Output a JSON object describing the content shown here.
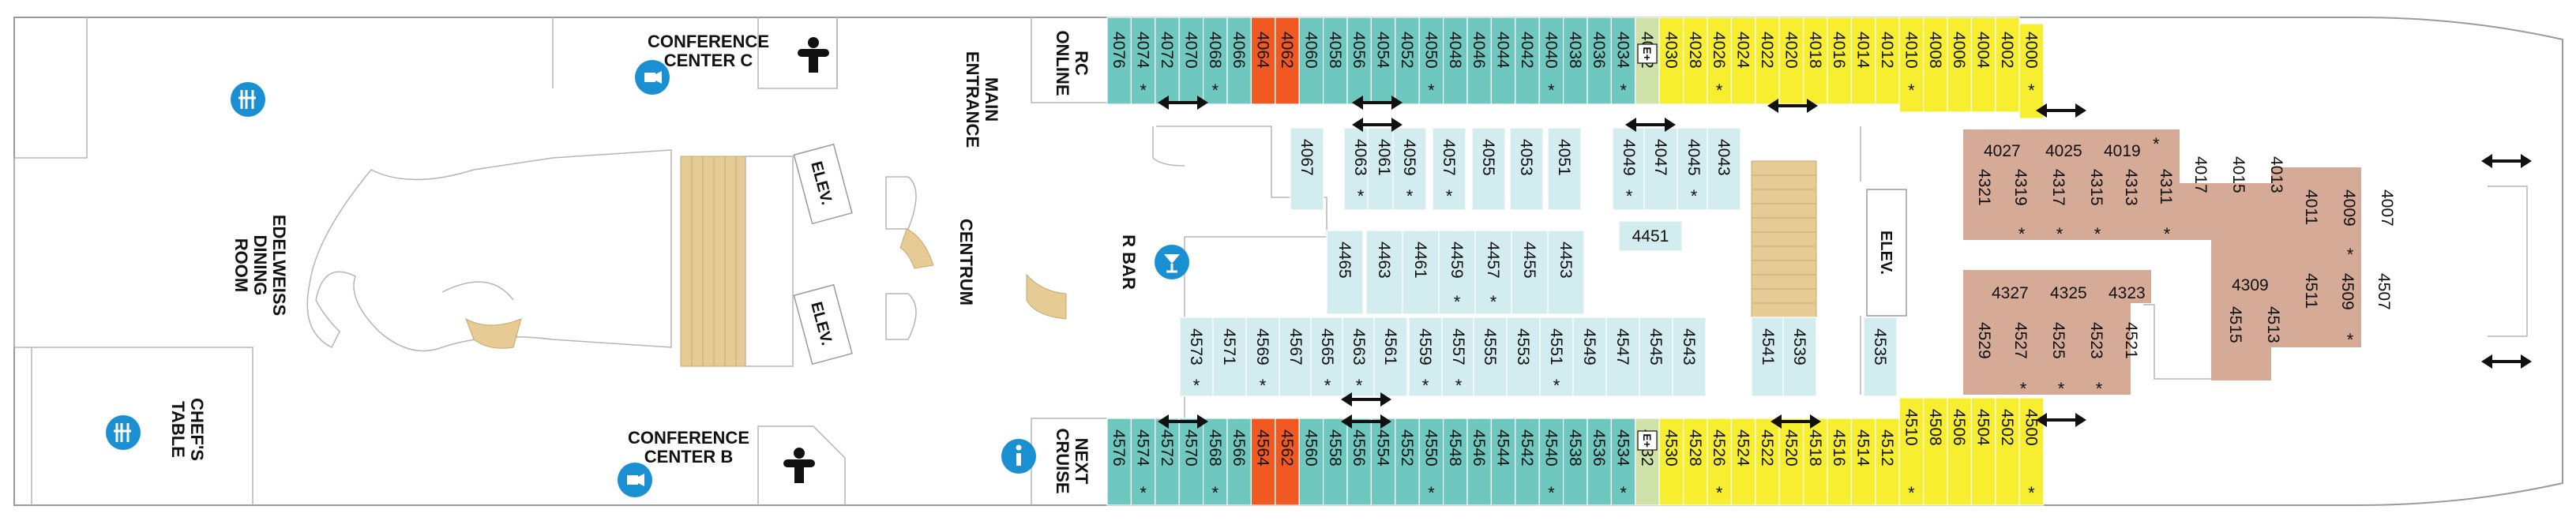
{
  "colors": {
    "teal": "#6ec8c0",
    "orange": "#f05a22",
    "yellow": "#f6ee2f",
    "tan": "#d5aa96",
    "lightblue": "#d3ecef",
    "green": "#cfe2a8",
    "stairs": "#e6cc94",
    "icon_blue": "#1a8fd1"
  },
  "labels": {
    "conference_c": [
      "CONFERENCE",
      "CENTER C"
    ],
    "conference_b": [
      "CONFERENCE",
      "CENTER B"
    ],
    "main_entrance": [
      "MAIN",
      "ENTRANCE"
    ],
    "rc_online": [
      "RC",
      "ONLINE"
    ],
    "next_cruise": [
      "NEXT",
      "CRUISE"
    ],
    "edelweiss": [
      "EDELWEISS",
      "DINING",
      "ROOM"
    ],
    "chefs_table": [
      "CHEF'S",
      "TABLE"
    ],
    "centrum": "CENTRUM",
    "r_bar": "R BAR",
    "elev": "ELEV.",
    "star": "*",
    "eplus": "E+"
  },
  "cabins": {
    "top_row": [
      {
        "n": "4076",
        "c": "teal",
        "s": false
      },
      {
        "n": "4074",
        "c": "teal",
        "s": true
      },
      {
        "n": "4072",
        "c": "teal",
        "s": false
      },
      {
        "n": "4070",
        "c": "teal",
        "s": false
      },
      {
        "n": "4068",
        "c": "teal",
        "s": true
      },
      {
        "n": "4066",
        "c": "teal",
        "s": false
      },
      {
        "n": "4064",
        "c": "orange",
        "s": false
      },
      {
        "n": "4062",
        "c": "orange",
        "s": false
      },
      {
        "n": "4060",
        "c": "teal",
        "s": false
      },
      {
        "n": "4058",
        "c": "teal",
        "s": false
      },
      {
        "n": "4056",
        "c": "teal",
        "s": false
      },
      {
        "n": "4054",
        "c": "teal",
        "s": false
      },
      {
        "n": "4052",
        "c": "teal",
        "s": false
      },
      {
        "n": "4050",
        "c": "teal",
        "s": true
      },
      {
        "n": "4048",
        "c": "teal",
        "s": false
      },
      {
        "n": "4046",
        "c": "teal",
        "s": false
      },
      {
        "n": "4044",
        "c": "teal",
        "s": false
      },
      {
        "n": "4042",
        "c": "teal",
        "s": false
      },
      {
        "n": "4040",
        "c": "teal",
        "s": true
      },
      {
        "n": "4038",
        "c": "teal",
        "s": false
      },
      {
        "n": "4036",
        "c": "teal",
        "s": false
      },
      {
        "n": "4034",
        "c": "teal",
        "s": true
      },
      {
        "n": "4032",
        "c": "green",
        "s": false,
        "e": true
      },
      {
        "n": "4030",
        "c": "yellow",
        "s": false
      },
      {
        "n": "4028",
        "c": "yellow",
        "s": false
      },
      {
        "n": "4026",
        "c": "yellow",
        "s": true
      },
      {
        "n": "4024",
        "c": "yellow",
        "s": false
      },
      {
        "n": "4022",
        "c": "yellow",
        "s": false
      },
      {
        "n": "4020",
        "c": "yellow",
        "s": false
      },
      {
        "n": "4018",
        "c": "yellow",
        "s": false
      },
      {
        "n": "4016",
        "c": "yellow",
        "s": false
      },
      {
        "n": "4014",
        "c": "yellow",
        "s": false
      },
      {
        "n": "4012",
        "c": "yellow",
        "s": false
      },
      {
        "n": "4010",
        "c": "yellow",
        "s": true
      },
      {
        "n": "4008",
        "c": "yellow",
        "s": false
      },
      {
        "n": "4006",
        "c": "yellow",
        "s": false
      },
      {
        "n": "4004",
        "c": "yellow",
        "s": false
      },
      {
        "n": "4002",
        "c": "yellow",
        "s": false
      },
      {
        "n": "4000",
        "c": "yellow",
        "s": true
      }
    ],
    "bottom_row": [
      {
        "n": "4576",
        "c": "teal",
        "s": false
      },
      {
        "n": "4574",
        "c": "teal",
        "s": true
      },
      {
        "n": "4572",
        "c": "teal",
        "s": false
      },
      {
        "n": "4570",
        "c": "teal",
        "s": false
      },
      {
        "n": "4568",
        "c": "teal",
        "s": true
      },
      {
        "n": "4566",
        "c": "teal",
        "s": false
      },
      {
        "n": "4564",
        "c": "orange",
        "s": false
      },
      {
        "n": "4562",
        "c": "orange",
        "s": false
      },
      {
        "n": "4560",
        "c": "teal",
        "s": false
      },
      {
        "n": "4558",
        "c": "teal",
        "s": false
      },
      {
        "n": "4556",
        "c": "teal",
        "s": false
      },
      {
        "n": "4554",
        "c": "teal",
        "s": false
      },
      {
        "n": "4552",
        "c": "teal",
        "s": false
      },
      {
        "n": "4550",
        "c": "teal",
        "s": true
      },
      {
        "n": "4548",
        "c": "teal",
        "s": false
      },
      {
        "n": "4546",
        "c": "teal",
        "s": false
      },
      {
        "n": "4544",
        "c": "teal",
        "s": false
      },
      {
        "n": "4542",
        "c": "teal",
        "s": false
      },
      {
        "n": "4540",
        "c": "teal",
        "s": true
      },
      {
        "n": "4538",
        "c": "teal",
        "s": false
      },
      {
        "n": "4536",
        "c": "teal",
        "s": false
      },
      {
        "n": "4534",
        "c": "teal",
        "s": true
      },
      {
        "n": "4532",
        "c": "green",
        "s": false,
        "e": true
      },
      {
        "n": "4530",
        "c": "yellow",
        "s": false
      },
      {
        "n": "4528",
        "c": "yellow",
        "s": false
      },
      {
        "n": "4526",
        "c": "yellow",
        "s": true
      },
      {
        "n": "4524",
        "c": "yellow",
        "s": false
      },
      {
        "n": "4522",
        "c": "yellow",
        "s": false
      },
      {
        "n": "4520",
        "c": "yellow",
        "s": false
      },
      {
        "n": "4518",
        "c": "yellow",
        "s": false
      },
      {
        "n": "4516",
        "c": "yellow",
        "s": false
      },
      {
        "n": "4514",
        "c": "yellow",
        "s": false
      },
      {
        "n": "4512",
        "c": "yellow",
        "s": false
      },
      {
        "n": "4510",
        "c": "yellow",
        "s": true
      },
      {
        "n": "4508",
        "c": "yellow",
        "s": false
      },
      {
        "n": "4506",
        "c": "yellow",
        "s": false
      },
      {
        "n": "4504",
        "c": "yellow",
        "s": false
      },
      {
        "n": "4502",
        "c": "yellow",
        "s": false
      },
      {
        "n": "4500",
        "c": "yellow",
        "s": true
      }
    ],
    "inner_upper": [
      {
        "n": "4067",
        "s": false
      },
      {
        "n": "4063",
        "s": true
      },
      {
        "n": "4061",
        "s": false
      },
      {
        "n": "4059",
        "s": true
      },
      {
        "n": "4057",
        "s": true
      },
      {
        "n": "4055",
        "s": false
      },
      {
        "n": "4053",
        "s": false
      },
      {
        "n": "4051",
        "s": false
      },
      {
        "n": "4049",
        "s": true
      },
      {
        "n": "4047",
        "s": false
      },
      {
        "n": "4045",
        "s": true
      },
      {
        "n": "4043",
        "s": false
      }
    ],
    "cabin_4451": "4451",
    "inner_mid": [
      {
        "n": "4465",
        "s": false
      },
      {
        "n": "4463",
        "s": false
      },
      {
        "n": "4461",
        "s": false
      },
      {
        "n": "4459",
        "s": true
      },
      {
        "n": "4457",
        "s": true
      },
      {
        "n": "4455",
        "s": false
      },
      {
        "n": "4453",
        "s": false
      }
    ],
    "inner_lower": [
      {
        "n": "4573",
        "s": true
      },
      {
        "n": "4571",
        "s": false
      },
      {
        "n": "4569",
        "s": true
      },
      {
        "n": "4567",
        "s": false
      },
      {
        "n": "4565",
        "s": true
      },
      {
        "n": "4563",
        "s": true
      },
      {
        "n": "4561",
        "s": false
      },
      {
        "n": "4559",
        "s": true
      },
      {
        "n": "4557",
        "s": true
      },
      {
        "n": "4555",
        "s": false
      },
      {
        "n": "4553",
        "s": false
      },
      {
        "n": "4551",
        "s": true
      },
      {
        "n": "4549",
        "s": false
      },
      {
        "n": "4547",
        "s": false
      },
      {
        "n": "4545",
        "s": false
      },
      {
        "n": "4543",
        "s": false
      },
      {
        "n": "4541",
        "s": false
      },
      {
        "n": "4539",
        "s": false
      },
      {
        "n": "4535",
        "s": false
      }
    ],
    "tan_upper_top": [
      {
        "n": "4027",
        "s": false
      },
      {
        "n": "4025",
        "s": false
      },
      {
        "n": "4019",
        "s": true
      }
    ],
    "tan_upper_vertical": [
      {
        "n": "4321",
        "s": false
      },
      {
        "n": "4319",
        "s": true
      },
      {
        "n": "4317",
        "s": true
      },
      {
        "n": "4315",
        "s": true
      },
      {
        "n": "4313",
        "s": false
      },
      {
        "n": "4311",
        "s": true
      },
      {
        "n": "4017",
        "s": false
      },
      {
        "n": "4015",
        "s": false
      },
      {
        "n": "4013",
        "s": false
      },
      {
        "n": "4011",
        "s": false
      },
      {
        "n": "4009",
        "s": true
      },
      {
        "n": "4007",
        "s": false
      }
    ],
    "tan_lower_top": [
      {
        "n": "4327",
        "s": false
      },
      {
        "n": "4325",
        "s": false
      },
      {
        "n": "4323",
        "s": false
      },
      {
        "n": "4309",
        "s": false
      }
    ],
    "tan_lower_vertical": [
      {
        "n": "4529",
        "s": false
      },
      {
        "n": "4527",
        "s": true
      },
      {
        "n": "4525",
        "s": true
      },
      {
        "n": "4523",
        "s": true
      },
      {
        "n": "4521",
        "s": false
      },
      {
        "n": "4515",
        "s": false
      },
      {
        "n": "4513",
        "s": false
      },
      {
        "n": "4511",
        "s": false
      },
      {
        "n": "4509",
        "s": true
      },
      {
        "n": "4507",
        "s": false
      }
    ]
  }
}
